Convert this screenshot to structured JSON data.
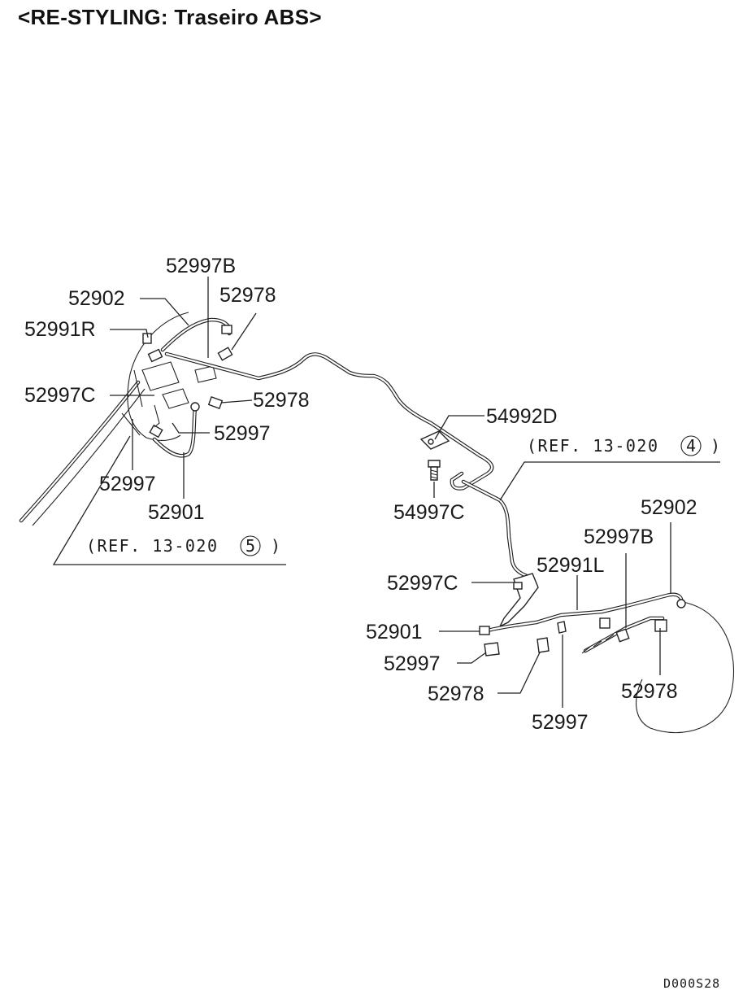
{
  "title": "<RE-STYLING: Traseiro ABS>",
  "diagram_code": "D000S28",
  "left_assembly": {
    "labels": {
      "l1": "52997B",
      "l2": "52902",
      "l3": "52978",
      "l4": "52991R",
      "l5": "52997C",
      "l6": "52978",
      "l7": "52997",
      "l8": "52997",
      "l9": "52901"
    },
    "ref": {
      "text": "(REF. 13-020",
      "circle": "5",
      "close": ")"
    }
  },
  "center": {
    "labels": {
      "l1": "54992D",
      "l2": "54997C"
    },
    "ref": {
      "text": "(REF. 13-020",
      "circle": "4",
      "close": ")"
    }
  },
  "right_assembly": {
    "labels": {
      "l1": "52902",
      "l2": "52997B",
      "l3": "52991L",
      "l4": "52997C",
      "l5": "52901",
      "l6": "52997",
      "l7": "52978",
      "l8": "52997",
      "l9": "52978"
    }
  }
}
